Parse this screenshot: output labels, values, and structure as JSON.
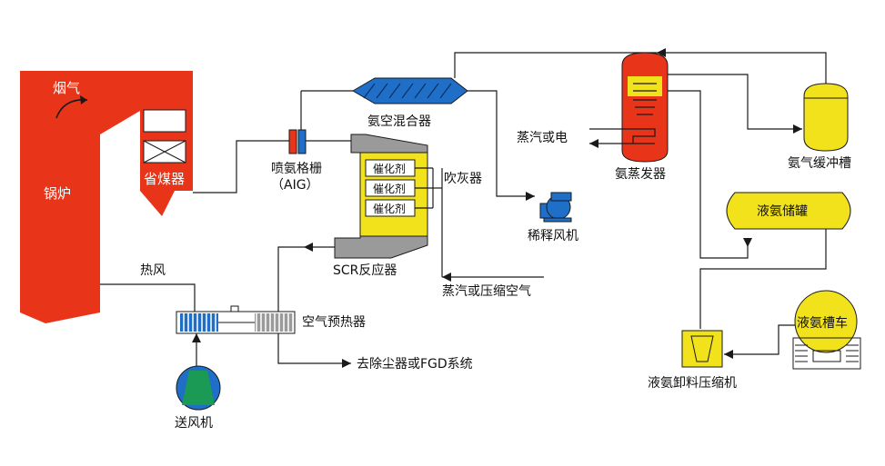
{
  "colors": {
    "boiler": "#e8351a",
    "reactor": "#f2e21c",
    "reactor_hood": "#9a9a9a",
    "mixer": "#1f6fc9",
    "fan": "#1a9a55",
    "tank": "#f2e21c",
    "line": "#1a1a1a"
  },
  "labels": {
    "flue_gas": "烟气",
    "boiler": "锅炉",
    "economizer": "省煤器",
    "aig_name": "喷氨格栅",
    "aig_abbr": "（AIG）",
    "mixer": "氨空混合器",
    "catalyst": [
      "催化剂",
      "催化剂",
      "催化剂"
    ],
    "soot_blower": "吹灰器",
    "scr_reactor": "SCR反应器",
    "steam_or_air": "蒸汽或压缩空气",
    "dilution_fan": "稀释风机",
    "steam_or_power": "蒸汽或电",
    "vaporizer": "氨蒸发器",
    "buffer_tank": "氨气缓冲槽",
    "storage_tank": "液氨储罐",
    "tank_truck": "液氨槽车",
    "unloading_compressor": "液氨卸料压缩机",
    "hot_air": "热风",
    "air_preheater": "空气预热器",
    "to_fgd": "去除尘器或FGD系统",
    "forced_fan": "送风机"
  },
  "icons": [
    "flow-arrow-icon",
    "fan-icon",
    "heat-coil-icon",
    "catalyst-layer-icon"
  ]
}
